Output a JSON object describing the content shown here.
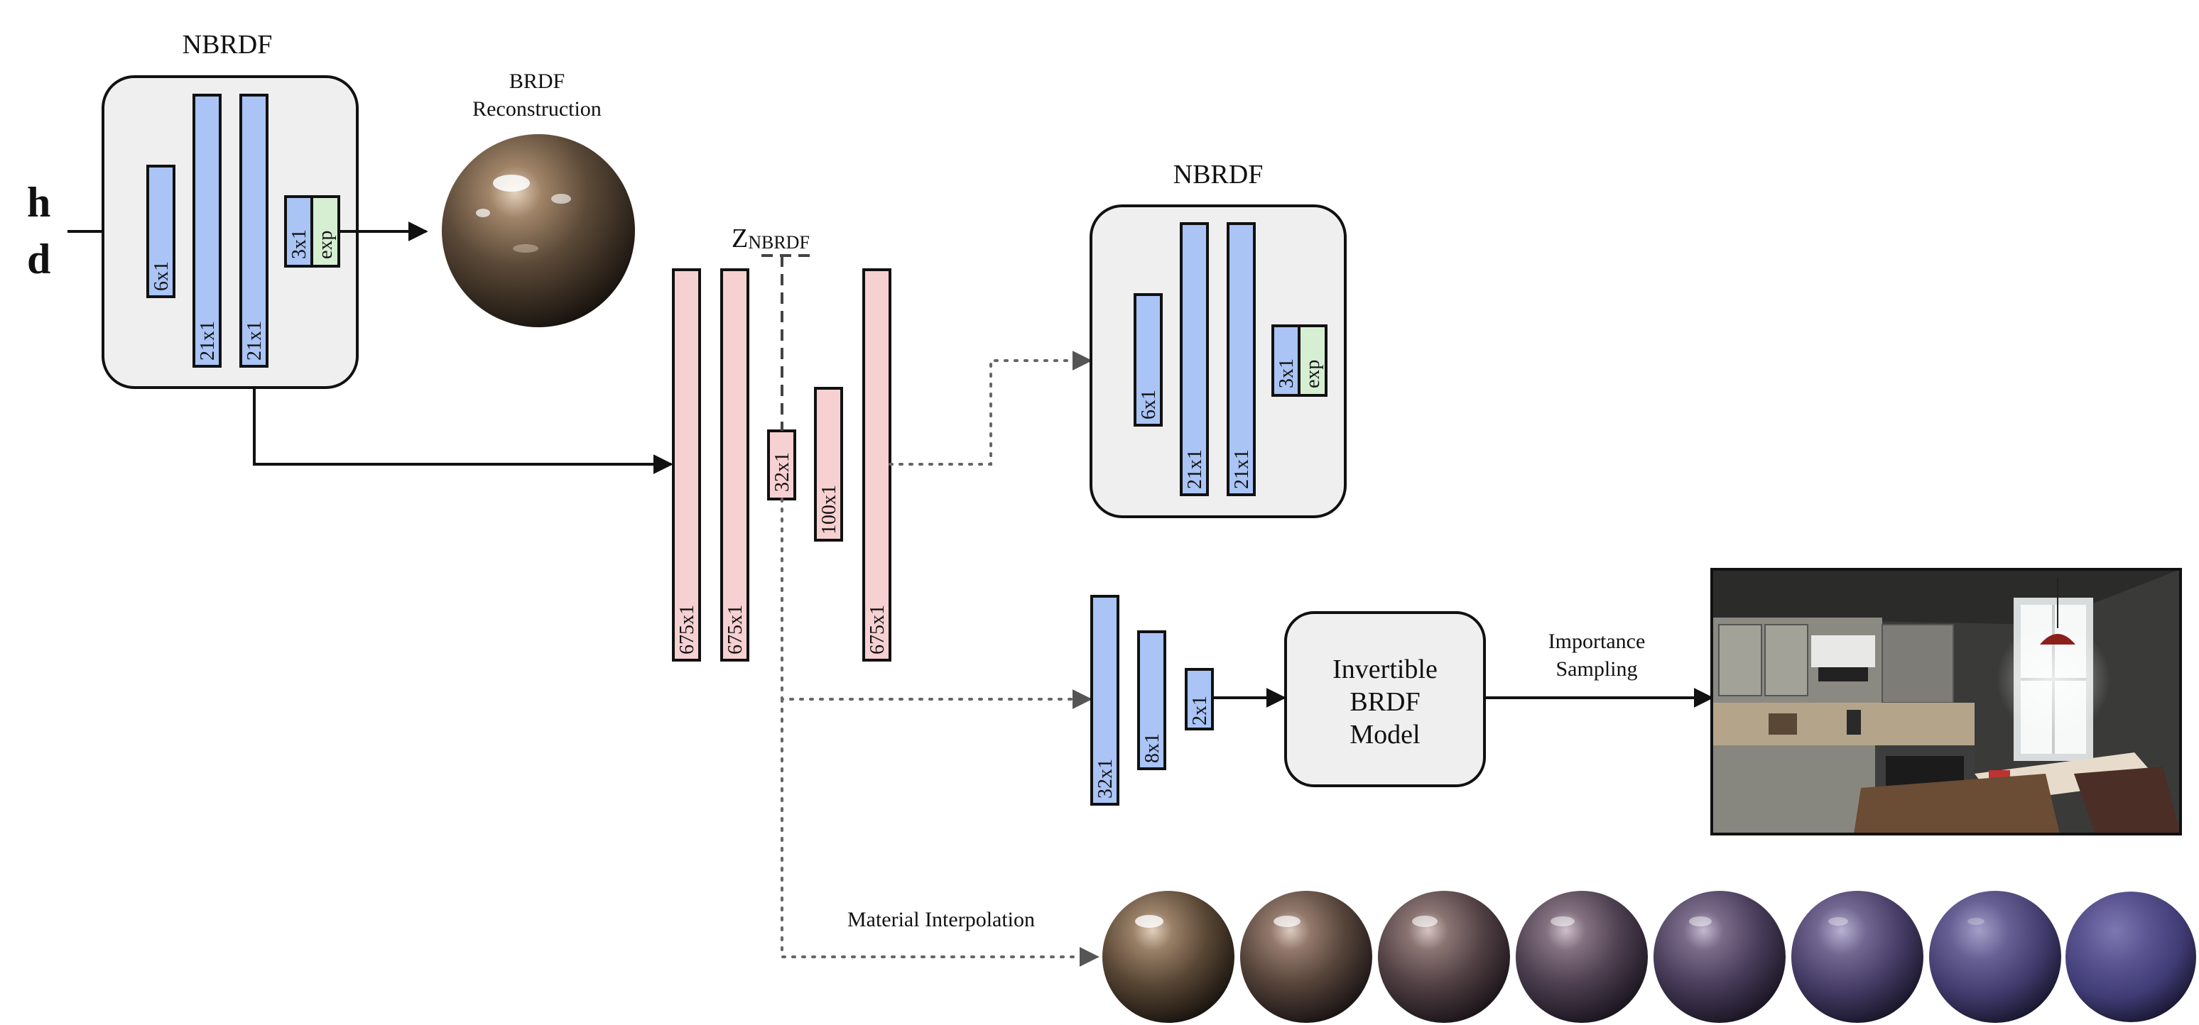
{
  "inputs": {
    "h": "h",
    "d": "d"
  },
  "nbrdf_top": {
    "title": "NBRDF",
    "layers": [
      "6x1",
      "21x1",
      "21x1"
    ],
    "output": "3x1",
    "activation": "exp"
  },
  "brdf_reconstruction": {
    "line1": "BRDF",
    "line2": "Reconstruction"
  },
  "autoencoder": {
    "layers": [
      "675x1",
      "675x1",
      "32x1",
      "100x1",
      "675x1"
    ],
    "latent_label_main": "Z",
    "latent_label_sub": "NBRDF"
  },
  "nbrdf_right": {
    "title": "NBRDF",
    "layers": [
      "6x1",
      "21x1",
      "21x1"
    ],
    "output": "3x1",
    "activation": "exp"
  },
  "mapping_net": {
    "layers": [
      "32x1",
      "8x1",
      "2x1"
    ]
  },
  "invertible_model": {
    "line1": "Invertible",
    "line2": "BRDF",
    "line3": "Model"
  },
  "importance_sampling": {
    "line1": "Importance",
    "line2": "Sampling"
  },
  "material_interpolation": {
    "label": "Material Interpolation"
  },
  "colors": {
    "blue_layer": "#a9c4f5",
    "pink_layer": "#f7d0d2",
    "green_layer": "#d6efd3",
    "box_fill": "#efefef"
  }
}
